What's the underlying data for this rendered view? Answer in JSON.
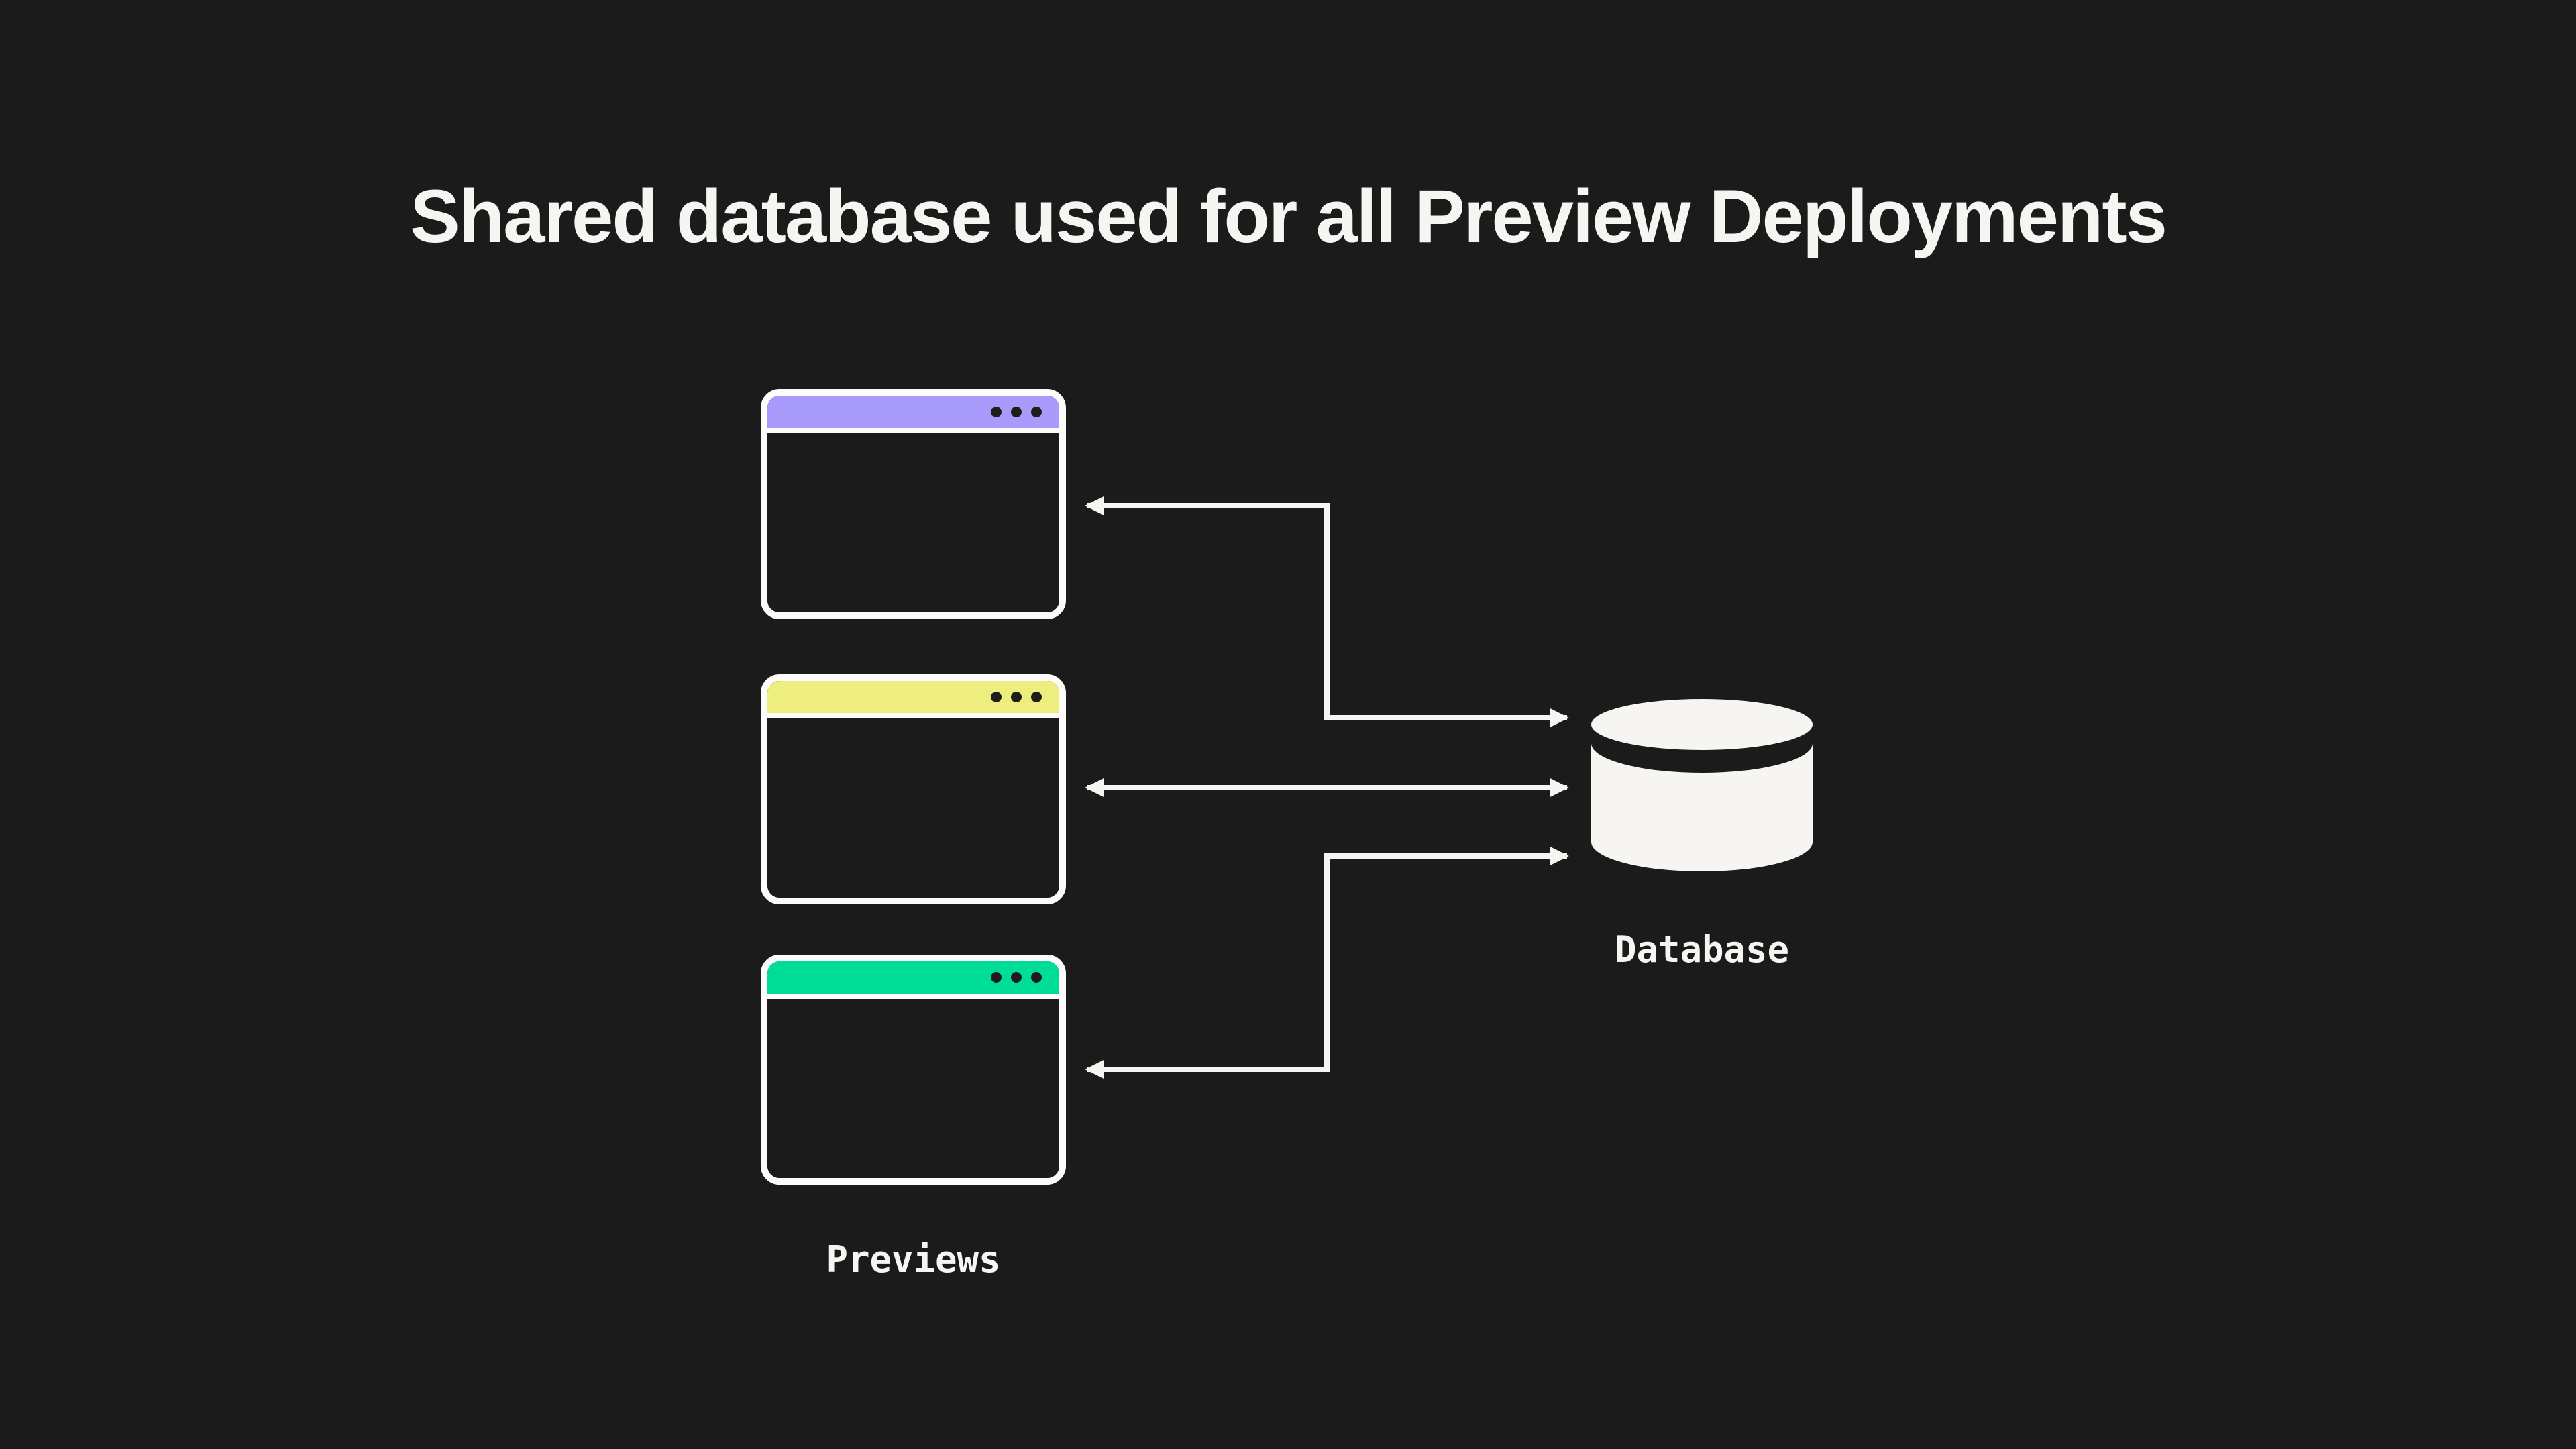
{
  "title": "Shared database used for all Preview Deployments",
  "previews": {
    "label": "Previews",
    "windows": [
      {
        "id": "preview-window-1",
        "header_color": "#a89bfc"
      },
      {
        "id": "preview-window-2",
        "header_color": "#eeee7e"
      },
      {
        "id": "preview-window-3",
        "header_color": "#00dd96"
      }
    ]
  },
  "database": {
    "label": "Database"
  },
  "connections": [
    {
      "from": "preview-window-1",
      "to": "database",
      "bidirectional": true
    },
    {
      "from": "preview-window-2",
      "to": "database",
      "bidirectional": true
    },
    {
      "from": "preview-window-3",
      "to": "database",
      "bidirectional": true
    }
  ],
  "colors": {
    "background": "#1b1b1b",
    "line": "#f7f5f2",
    "text": "#f7f5f2",
    "window_border": "#fdfcfa",
    "window_body": "#1b1b1b",
    "dot": "#1e1d1c"
  }
}
